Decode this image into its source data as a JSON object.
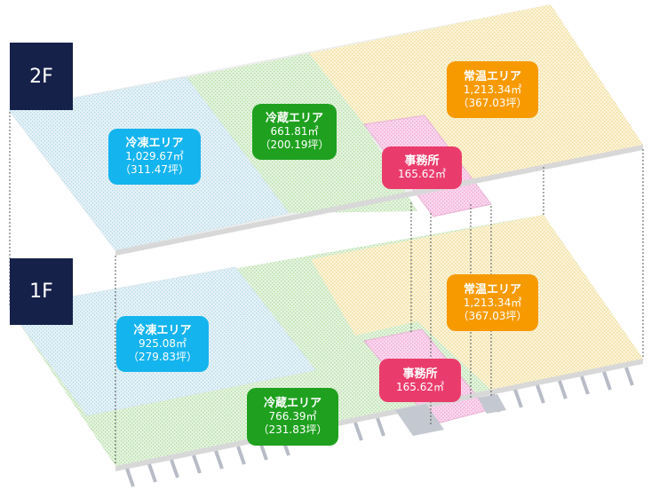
{
  "colors": {
    "frozen": "#14b4ee",
    "chilled": "#1fa11f",
    "ambient": "#f79a00",
    "office": "#ea3c6c",
    "badge": "#16214a"
  },
  "floor_2f": {
    "badge": "2F",
    "frozen": {
      "name": "冷凍エリア",
      "area_m2": "1,029.67㎡",
      "area_tsubo": "（311.47坪）"
    },
    "chilled": {
      "name": "冷蔵エリア",
      "area_m2": "661.81㎡",
      "area_tsubo": "（200.19坪）"
    },
    "ambient": {
      "name": "常温エリア",
      "area_m2": "1,213.34㎡",
      "area_tsubo": "（367.03坪）"
    },
    "office": {
      "name": "事務所",
      "area_m2": "165.62㎡"
    }
  },
  "floor_1f": {
    "badge": "1F",
    "frozen": {
      "name": "冷凍エリア",
      "area_m2": "925.08㎡",
      "area_tsubo": "（279.83坪）"
    },
    "chilled": {
      "name": "冷蔵エリア",
      "area_m2": "766.39㎡",
      "area_tsubo": "（231.83坪）"
    },
    "ambient": {
      "name": "常温エリア",
      "area_m2": "1,213.34㎡",
      "area_tsubo": "（367.03坪）"
    },
    "office": {
      "name": "事務所",
      "area_m2": "165.62㎡"
    }
  }
}
